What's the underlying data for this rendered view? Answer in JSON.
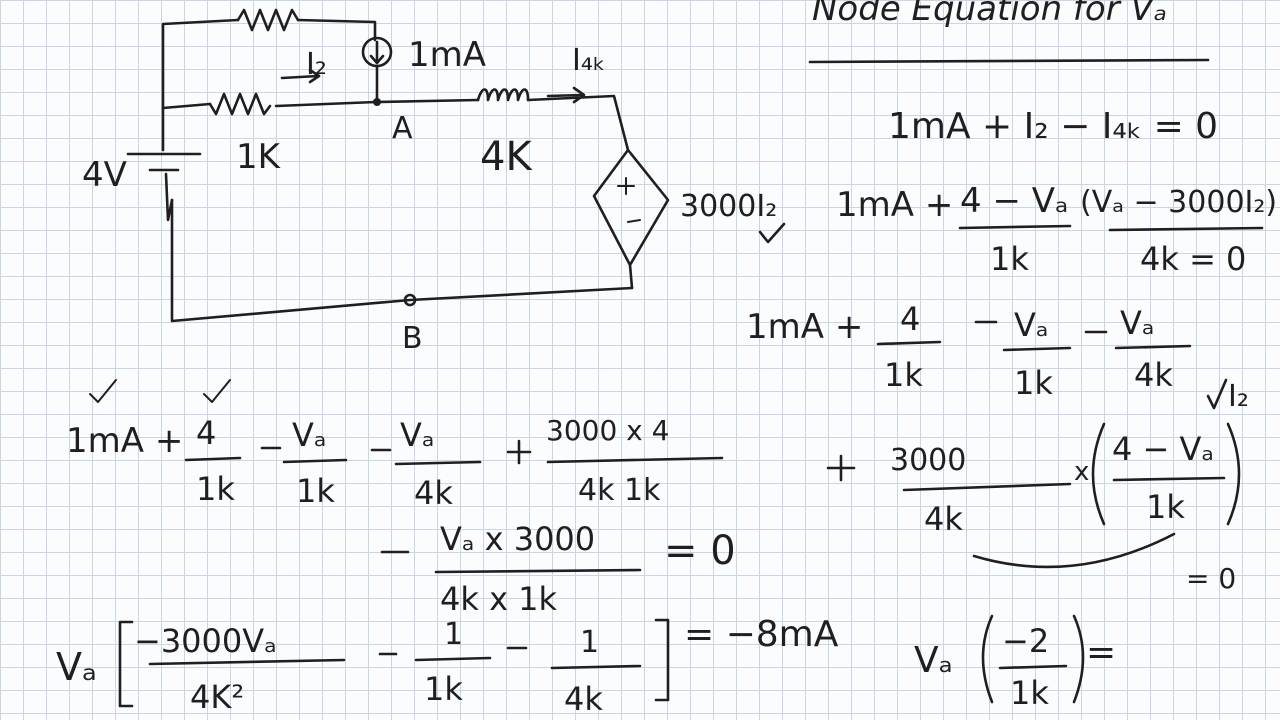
{
  "colors": {
    "ink": "#1f1f22",
    "grid": "#c9d6e6",
    "paper": "#fbfcfe"
  },
  "circuit": {
    "source_1mA": "1mA",
    "source_4V": "4V",
    "resistor_1k": "1K",
    "resistor_4k": "4K",
    "node_A": "A",
    "node_B": "B",
    "current_I2": "I₂",
    "current_I4k": "I₄ₖ",
    "dependent_source": "3000I₂"
  },
  "heading": "Node Equation for Vₐ",
  "right_work": {
    "eq1": "1mA + I₂ − I₄ₖ = 0",
    "eq2_lead": "1mA +",
    "eq2_num": "4 − Vₐ",
    "eq2_den": "1k",
    "eq2_paren": "(Vₐ − 3000I₂)",
    "eq2_tail": "4k = 0",
    "eq3_lead": "1mA +",
    "eq3_f1_num": "4",
    "eq3_f1_den": "1k",
    "eq3_f2_num": "Vₐ",
    "eq3_f2_den": "1k",
    "eq3_f3_num": "Vₐ",
    "eq3_f3_den": "4k",
    "eq3_side": "I₂",
    "eq4_num": "3000",
    "eq4_den": "4k",
    "eq4_times": "x",
    "eq4_p_num": "4 − Vₐ",
    "eq4_p_den": "1k",
    "eq4_eq0": "= 0",
    "eq5_lhs": "Vₐ",
    "eq5_num": "−2",
    "eq5_den": "1k",
    "eq5_eq": "="
  },
  "left_work": {
    "line1_lead": "1mA +",
    "f1_num": "4",
    "f1_den": "1k",
    "f2_num": "Vₐ",
    "f2_den": "1k",
    "f3_num": "Vₐ",
    "f3_den": "4k",
    "f4_num": "3000 x 4",
    "f4_den": "4k   1k",
    "line2_num": "Vₐ x 3000",
    "line2_den": "4k x 1k",
    "line2_eq": "= 0",
    "line3_lhs": "Vₐ",
    "line3_f1_num": "−3000Vₐ",
    "line3_f1_den": "4K²",
    "line3_f2_num": "1",
    "line3_f2_den": "1k",
    "line3_f3_num": "1",
    "line3_f3_den": "4k",
    "line3_rhs": "= −8mA"
  }
}
